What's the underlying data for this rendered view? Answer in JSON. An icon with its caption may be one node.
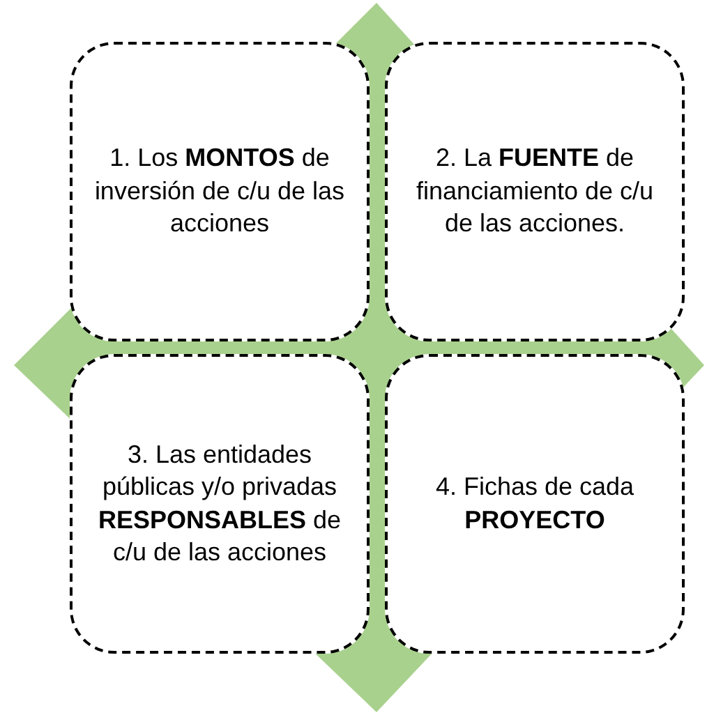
{
  "diagram": {
    "nodes": [
      {
        "text": [
          "1. Los **MONTOS** de inversión de c/u de las acciones"
        ]
      },
      {
        "text": [
          "2. La **FUENTE** de financiamiento de c/u de las acciones."
        ]
      },
      {
        "text": [
          "3. Las entidades públicas y/o privadas **RESPONSABLES** de c/u de las acciones"
        ]
      },
      {
        "text": [
          "4. Fichas de cada **PROYECTO**"
        ]
      }
    ],
    "edges": []
  }
}
